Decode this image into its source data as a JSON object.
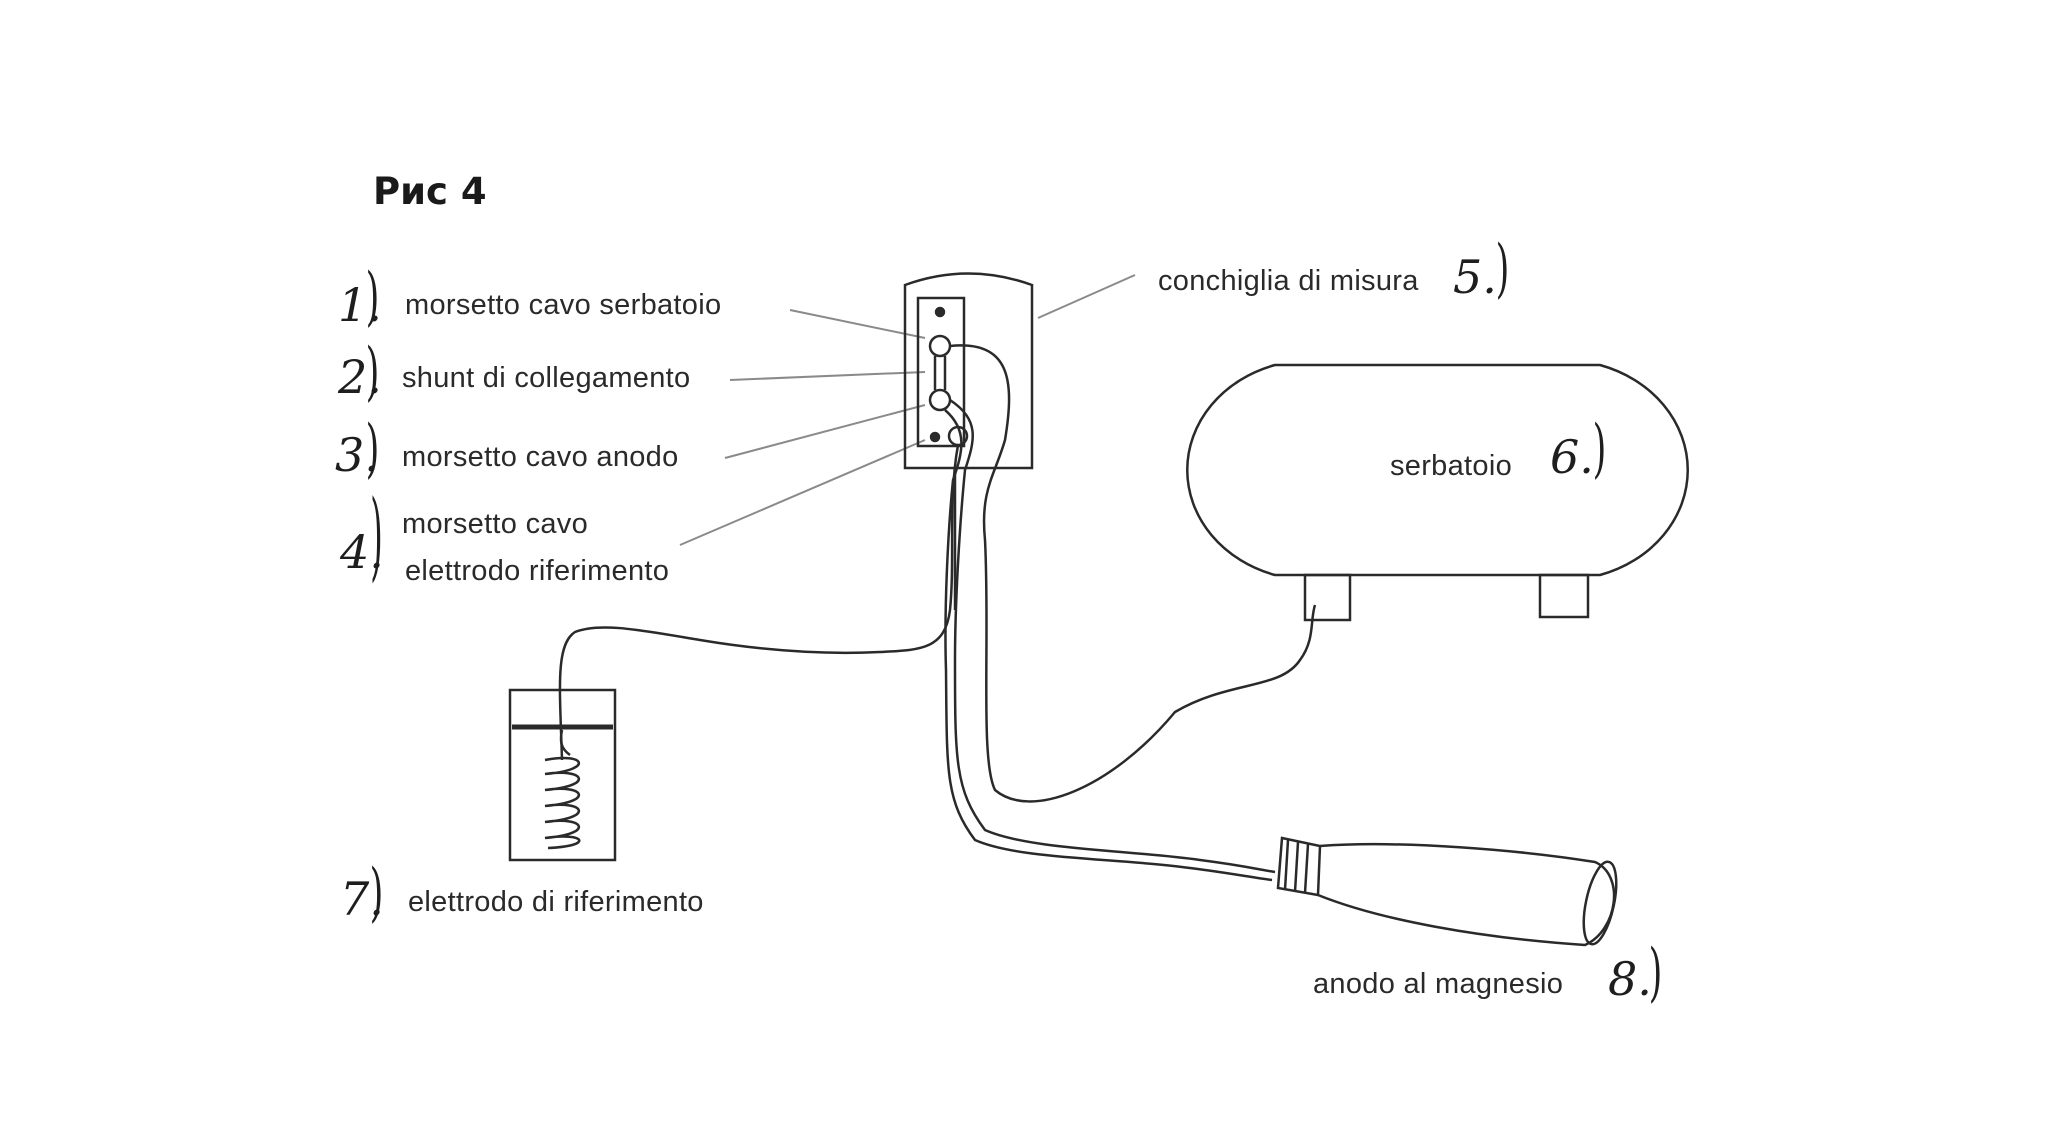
{
  "figure": {
    "title": "Рис 4"
  },
  "labels": [
    {
      "id": "1",
      "number": "1.",
      "text": "morsetto  cavo serbatoio"
    },
    {
      "id": "2",
      "number": "2.",
      "text": "shunt  di collegamento"
    },
    {
      "id": "3",
      "number": "3.",
      "text": "morsetto  cavo  anodo"
    },
    {
      "id": "4",
      "number": "4.",
      "text_line1": "morsetto cavo",
      "text_line2": "elettrodo riferimento"
    },
    {
      "id": "5",
      "number": "5.",
      "text": "conchiglia di misura"
    },
    {
      "id": "6",
      "number": "6.",
      "text": "serbatoio"
    },
    {
      "id": "7",
      "number": "7.",
      "text": "elettrodo di riferimento"
    },
    {
      "id": "8",
      "number": "8.",
      "text": "anodo al magnesio"
    }
  ],
  "colors": {
    "ink": "#2a2a2a",
    "leader": "#8a8a8a",
    "paper": "#ffffff"
  }
}
